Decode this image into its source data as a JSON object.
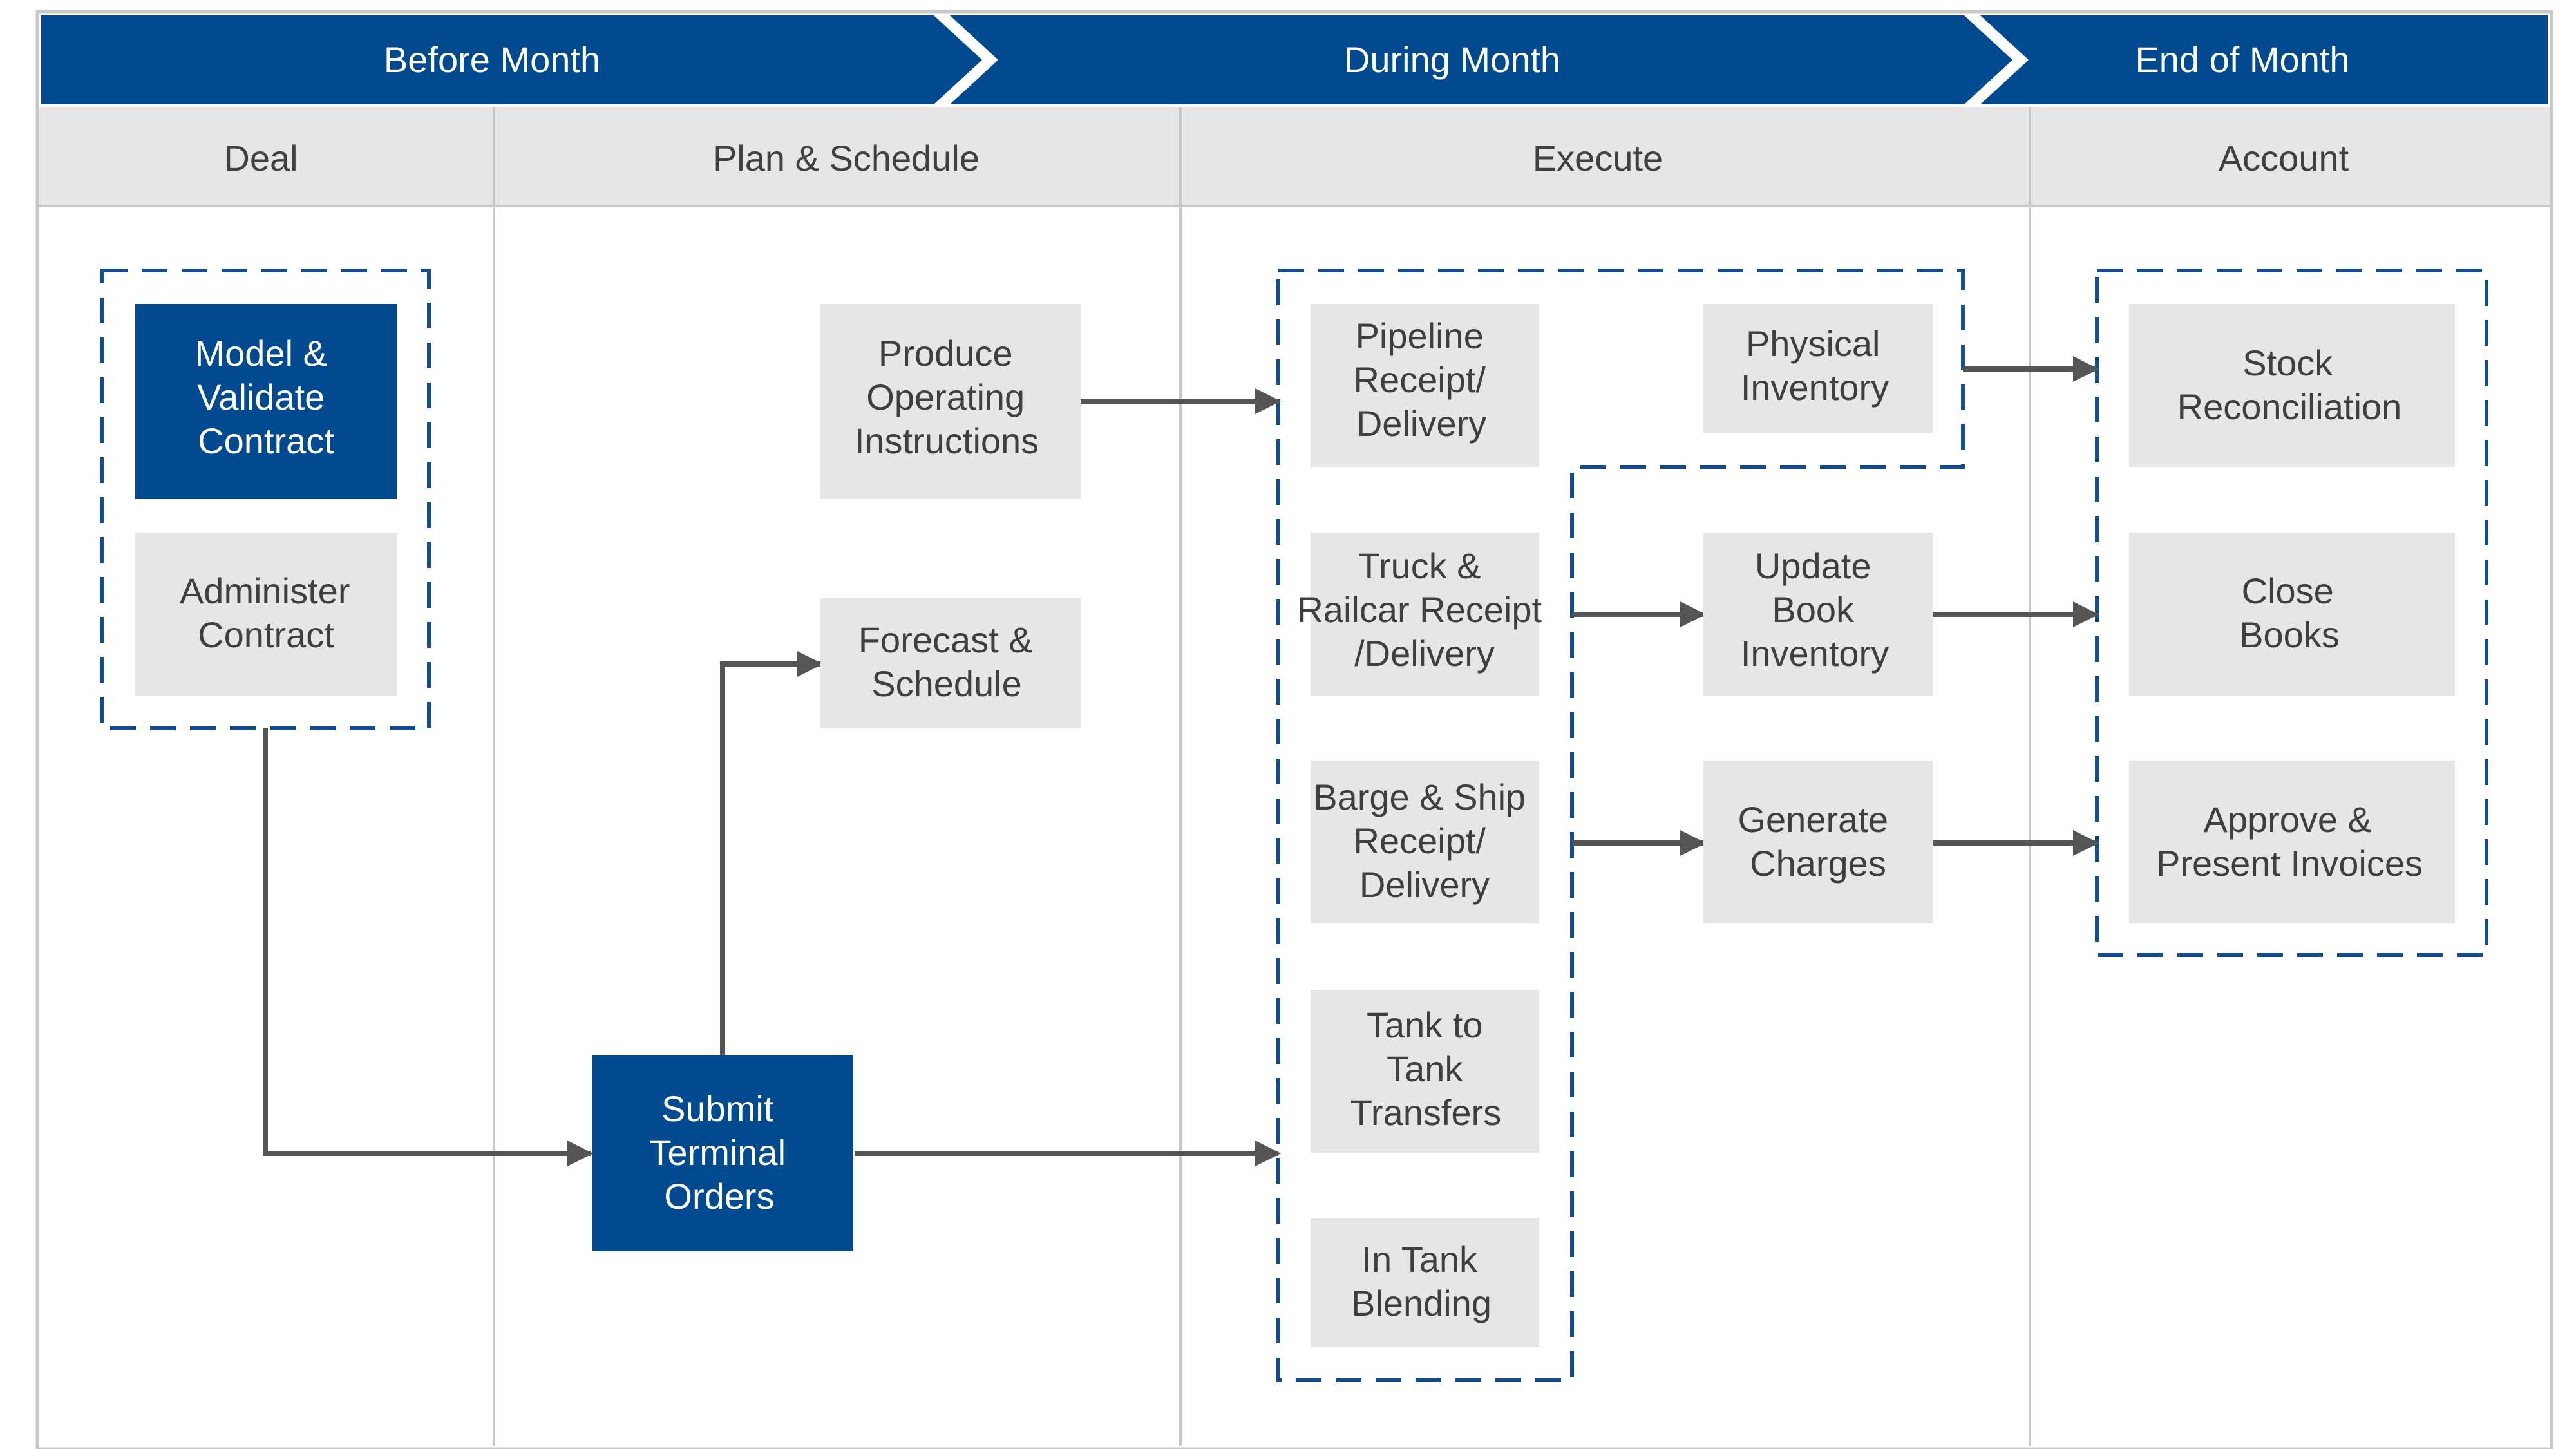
{
  "phases": [
    "Before Month",
    "During Month",
    "End of Month"
  ],
  "lanes": [
    "Deal",
    "Plan & Schedule",
    "Execute",
    "Account"
  ],
  "boxes": {
    "model_validate": [
      "Model &",
      "Validate",
      "Contract"
    ],
    "administer": [
      "Administer",
      "Contract"
    ],
    "produce_oi": [
      "Produce",
      "Operating",
      "Instructions"
    ],
    "forecast": [
      "Forecast &",
      "Schedule"
    ],
    "submit_orders": [
      "Submit",
      "Terminal",
      "Orders"
    ],
    "pipeline": [
      "Pipeline",
      "Receipt/",
      "Delivery"
    ],
    "truck_railcar": [
      "Truck &",
      "Railcar Receipt",
      "/Delivery"
    ],
    "barge_ship": [
      "Barge & Ship",
      "Receipt/",
      "Delivery"
    ],
    "tank_transfers": [
      "Tank to",
      "Tank",
      "Transfers"
    ],
    "in_tank_blending": [
      "In Tank",
      "Blending"
    ],
    "physical_inventory": [
      "Physical",
      "Inventory"
    ],
    "update_book": [
      "Update",
      "Book",
      "Inventory"
    ],
    "generate_charges": [
      "Generate",
      "Charges"
    ],
    "stock_recon": [
      "Stock",
      "Reconciliation"
    ],
    "close_books": [
      "Close",
      "Books"
    ],
    "approve_invoices": [
      "Approve &",
      "Present Invoices"
    ]
  },
  "colors": {
    "brand_blue": "#024a8f",
    "box_gray": "#e6e6e6",
    "header_gray": "#e6e6e6",
    "arrow_gray": "#555555"
  }
}
